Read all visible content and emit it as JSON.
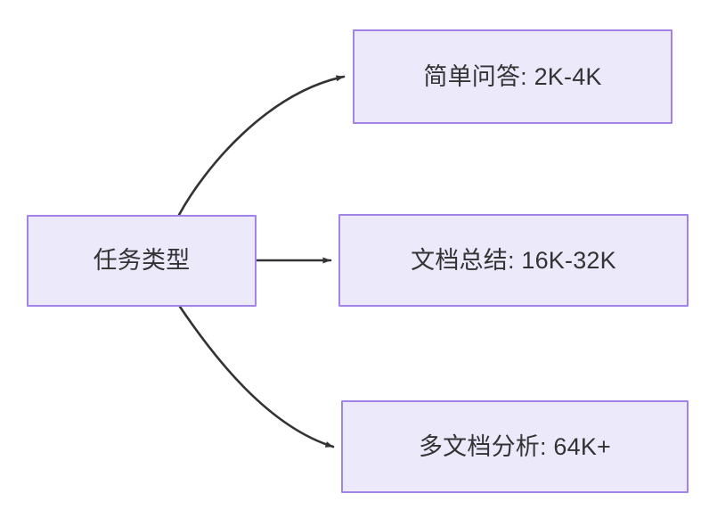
{
  "diagram": {
    "type": "flowchart",
    "direction": "left-to-right",
    "background_color": "#FFFFFF",
    "node_fill_color": "#ECE9FB",
    "node_border_color": "#A283E6",
    "text_color": "#333333",
    "edge_color": "#333333",
    "source": {
      "id": "task-type",
      "label": "任务类型"
    },
    "targets": [
      {
        "id": "simple-qa",
        "label": "简单问答: 2K-4K"
      },
      {
        "id": "doc-summary",
        "label": "文档总结: 16K-32K"
      },
      {
        "id": "multi-doc",
        "label": "多文档分析: 64K+"
      }
    ],
    "edges": [
      {
        "id": "edge-to-simple-qa",
        "from": "task-type",
        "to": "simple-qa",
        "style": "curved",
        "arrowhead": "filled-triangle"
      },
      {
        "id": "edge-to-doc-summary",
        "from": "task-type",
        "to": "doc-summary",
        "style": "straight",
        "arrowhead": "filled-triangle"
      },
      {
        "id": "edge-to-multi-doc",
        "from": "task-type",
        "to": "multi-doc",
        "style": "curved",
        "arrowhead": "filled-triangle"
      }
    ]
  }
}
